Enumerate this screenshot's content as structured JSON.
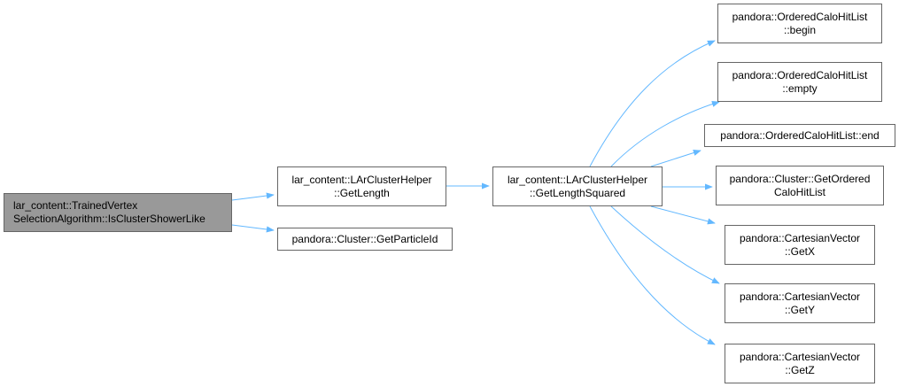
{
  "colors": {
    "edge": "#63b8ff",
    "node_border": "#666666",
    "root_fill": "#999999",
    "node_fill": "#ffffff"
  },
  "nodes": {
    "root": {
      "line1": "lar_content::TrainedVertex",
      "line2": "SelectionAlgorithm::IsClusterShowerLike"
    },
    "getlength": {
      "line1": "lar_content::LArClusterHelper",
      "line2": "::GetLength"
    },
    "particleid": {
      "line1": "pandora::Cluster::GetParticleId"
    },
    "lensq": {
      "line1": "lar_content::LArClusterHelper",
      "line2": "::GetLengthSquared"
    },
    "begin": {
      "line1": "pandora::OrderedCaloHitList",
      "line2": "::begin"
    },
    "empty": {
      "line1": "pandora::OrderedCaloHitList",
      "line2": "::empty"
    },
    "end": {
      "line1": "pandora::OrderedCaloHitList::end"
    },
    "getordered": {
      "line1": "pandora::Cluster::GetOrdered",
      "line2": "CaloHitList"
    },
    "getx": {
      "line1": "pandora::CartesianVector",
      "line2": "::GetX"
    },
    "gety": {
      "line1": "pandora::CartesianVector",
      "line2": "::GetY"
    },
    "getz": {
      "line1": "pandora::CartesianVector",
      "line2": "::GetZ"
    }
  },
  "edges": [
    {
      "from": "root",
      "to": "getlength"
    },
    {
      "from": "root",
      "to": "particleid"
    },
    {
      "from": "getlength",
      "to": "lensq"
    },
    {
      "from": "lensq",
      "to": "begin"
    },
    {
      "from": "lensq",
      "to": "empty"
    },
    {
      "from": "lensq",
      "to": "end"
    },
    {
      "from": "lensq",
      "to": "getordered"
    },
    {
      "from": "lensq",
      "to": "getx"
    },
    {
      "from": "lensq",
      "to": "gety"
    },
    {
      "from": "lensq",
      "to": "getz"
    }
  ]
}
